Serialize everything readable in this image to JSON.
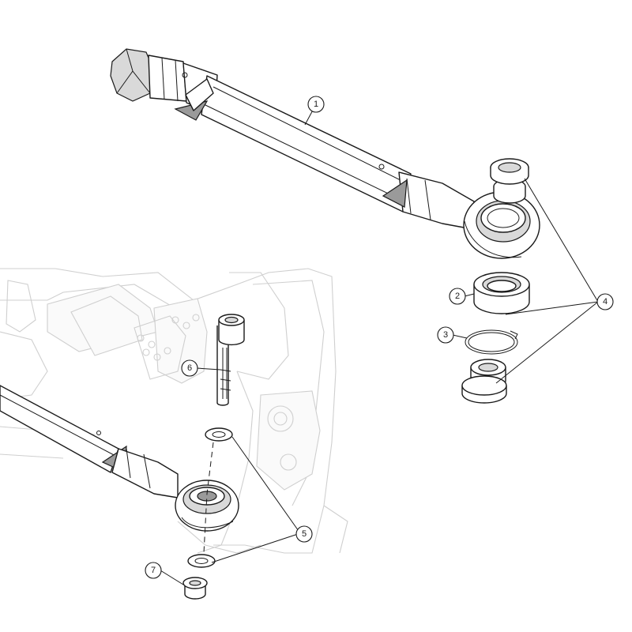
{
  "callouts": [
    {
      "id": "c1",
      "label": "1"
    },
    {
      "id": "c2",
      "label": "2"
    },
    {
      "id": "c3",
      "label": "3"
    },
    {
      "id": "c4",
      "label": "4"
    },
    {
      "id": "c5",
      "label": "5"
    },
    {
      "id": "c6",
      "label": "6"
    },
    {
      "id": "c7",
      "label": "7"
    }
  ]
}
